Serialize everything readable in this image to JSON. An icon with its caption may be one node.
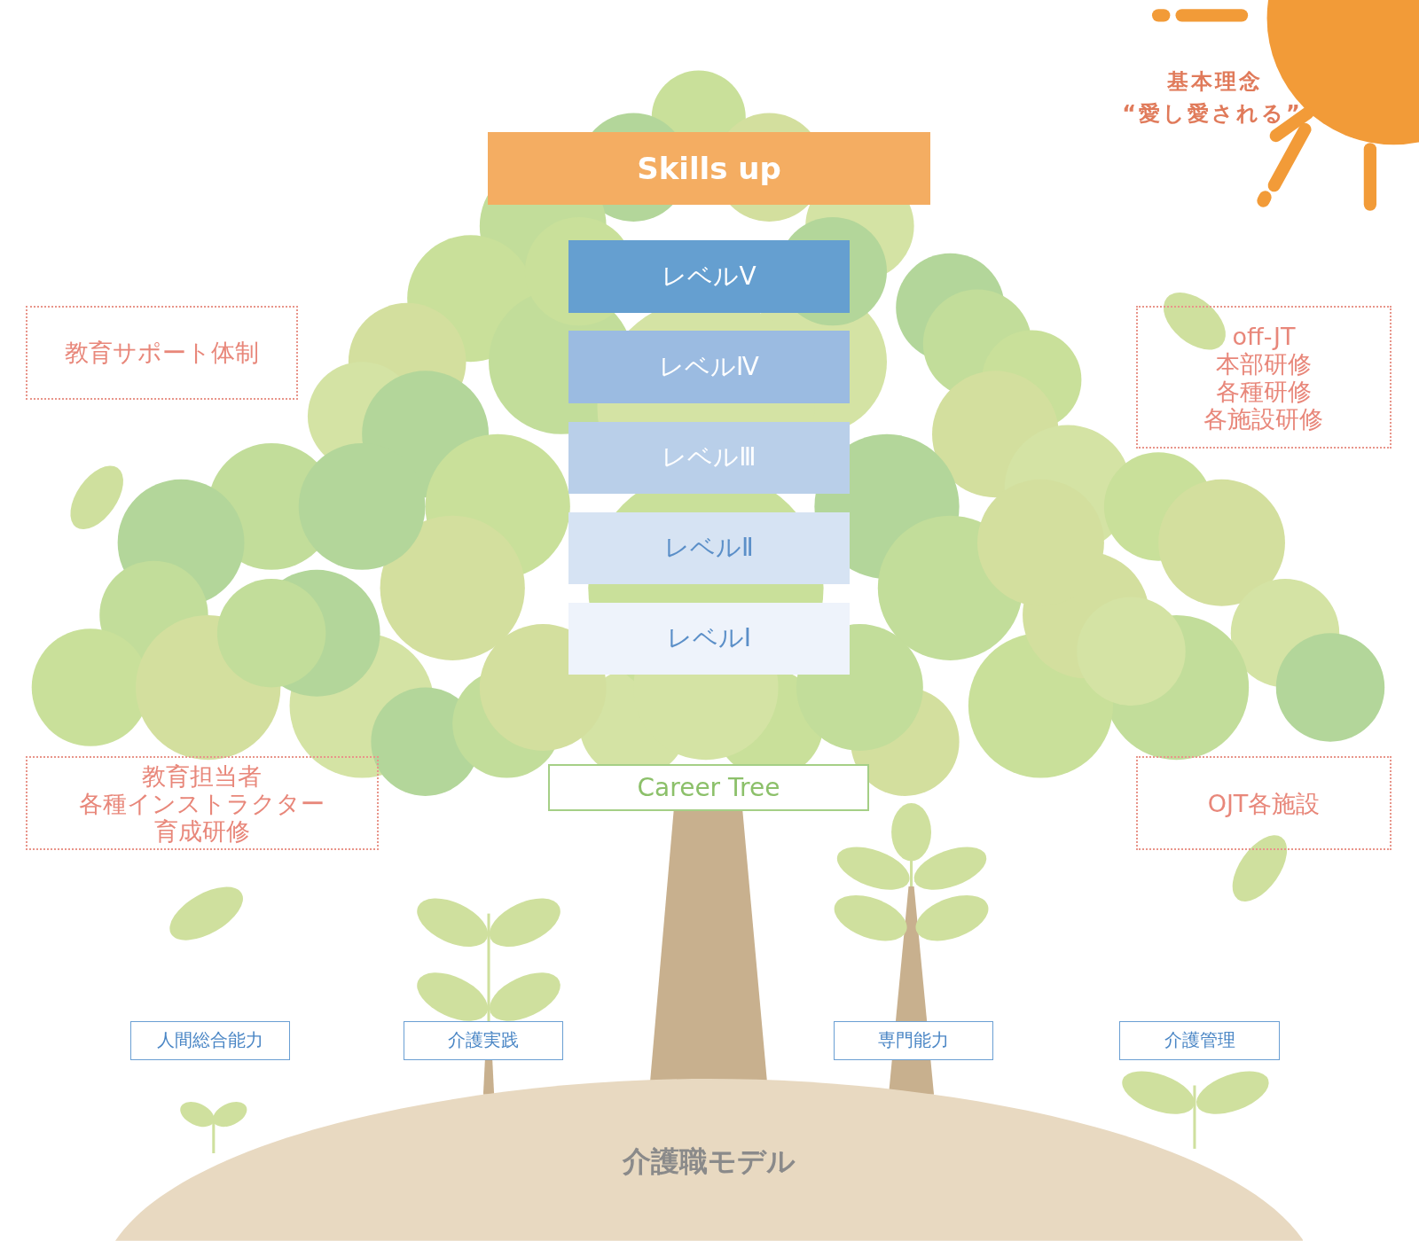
{
  "diagram": {
    "nodes": [
      {
        "text": [
          "Skills up"
        ]
      },
      {
        "text": [
          "レベルⅤ"
        ]
      },
      {
        "text": [
          "レベルⅣ"
        ]
      },
      {
        "text": [
          "レベルⅢ"
        ]
      },
      {
        "text": [
          "レベルⅡ"
        ]
      },
      {
        "text": [
          "レベルⅠ"
        ]
      },
      {
        "text": [
          "Career Tree"
        ]
      },
      {
        "text": [
          "教育サポート体制"
        ]
      },
      {
        "text": [
          "off-JT",
          "本部研修",
          "各種研修",
          "各施設研修"
        ]
      },
      {
        "text": [
          "教育担当者",
          "各種インストラクター",
          "育成研修"
        ]
      },
      {
        "text": [
          "OJT各施設"
        ]
      },
      {
        "text": [
          "人間総合能力"
        ]
      },
      {
        "text": [
          "介護実践"
        ]
      },
      {
        "text": [
          "専門能力"
        ]
      },
      {
        "text": [
          "介護管理"
        ]
      },
      {
        "text": [
          "介護職モデル"
        ]
      }
    ],
    "labels": [
      "基本理念",
      "“愛し愛される”"
    ]
  }
}
